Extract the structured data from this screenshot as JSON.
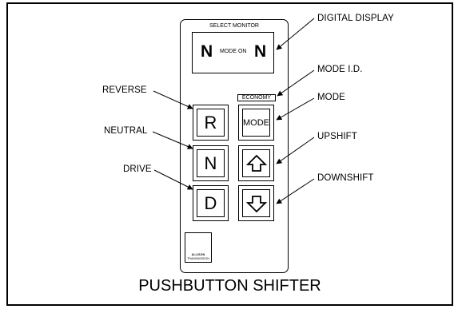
{
  "figure_title": "PUSHBUTTON SHIFTER",
  "callouts": {
    "digital_display": "DIGITAL DISPLAY",
    "mode_id": "MODE I.D.",
    "mode": "MODE",
    "upshift": "UPSHIFT",
    "downshift": "DOWNSHIFT",
    "reverse": "REVERSE",
    "neutral": "NEUTRAL",
    "drive": "DRIVE"
  },
  "display": {
    "header": "SELECT MONITOR",
    "left_char": "N",
    "status": "MODE ON",
    "right_char": "N"
  },
  "mode_indicator": "ECONOMY",
  "buttons": {
    "reverse": "R",
    "neutral": "N",
    "drive": "D",
    "mode": "MODE",
    "upshift_icon": "up-arrow-outline",
    "downshift_icon": "down-arrow-outline"
  },
  "logo": {
    "line1": "ALLISON",
    "line2": "TRANSMISSION"
  }
}
